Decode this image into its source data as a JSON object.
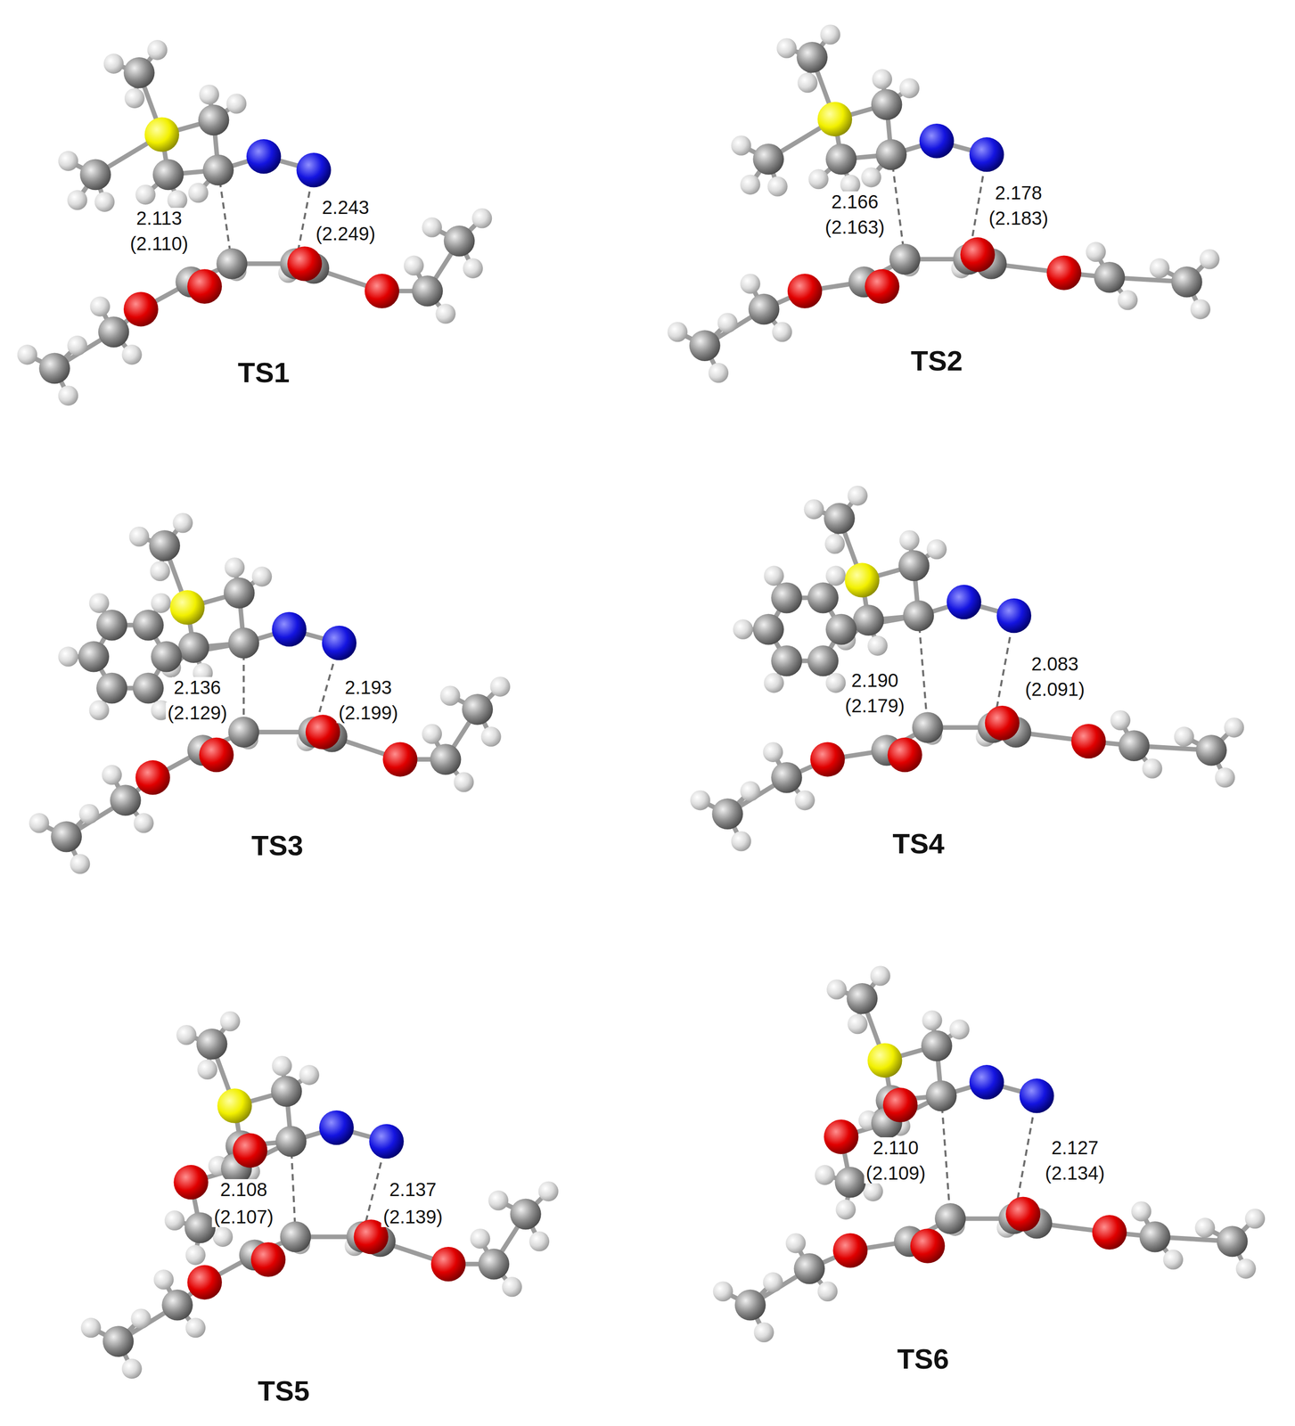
{
  "diagram": {
    "labels": [
      "2.113",
      "(2.110)",
      "2.243",
      "(2.249)",
      "TS1",
      "2.166",
      "(2.163)",
      "2.178",
      "(2.183)",
      "TS2",
      "2.136",
      "(2.129)",
      "2.193",
      "(2.199)",
      "TS3",
      "2.190",
      "(2.179)",
      "2.083",
      "(2.091)",
      "TS4",
      "2.108",
      "(2.107)",
      "2.137",
      "(2.139)",
      "TS5",
      "2.110",
      "(2.109)",
      "2.127",
      "(2.134)",
      "TS6"
    ]
  }
}
